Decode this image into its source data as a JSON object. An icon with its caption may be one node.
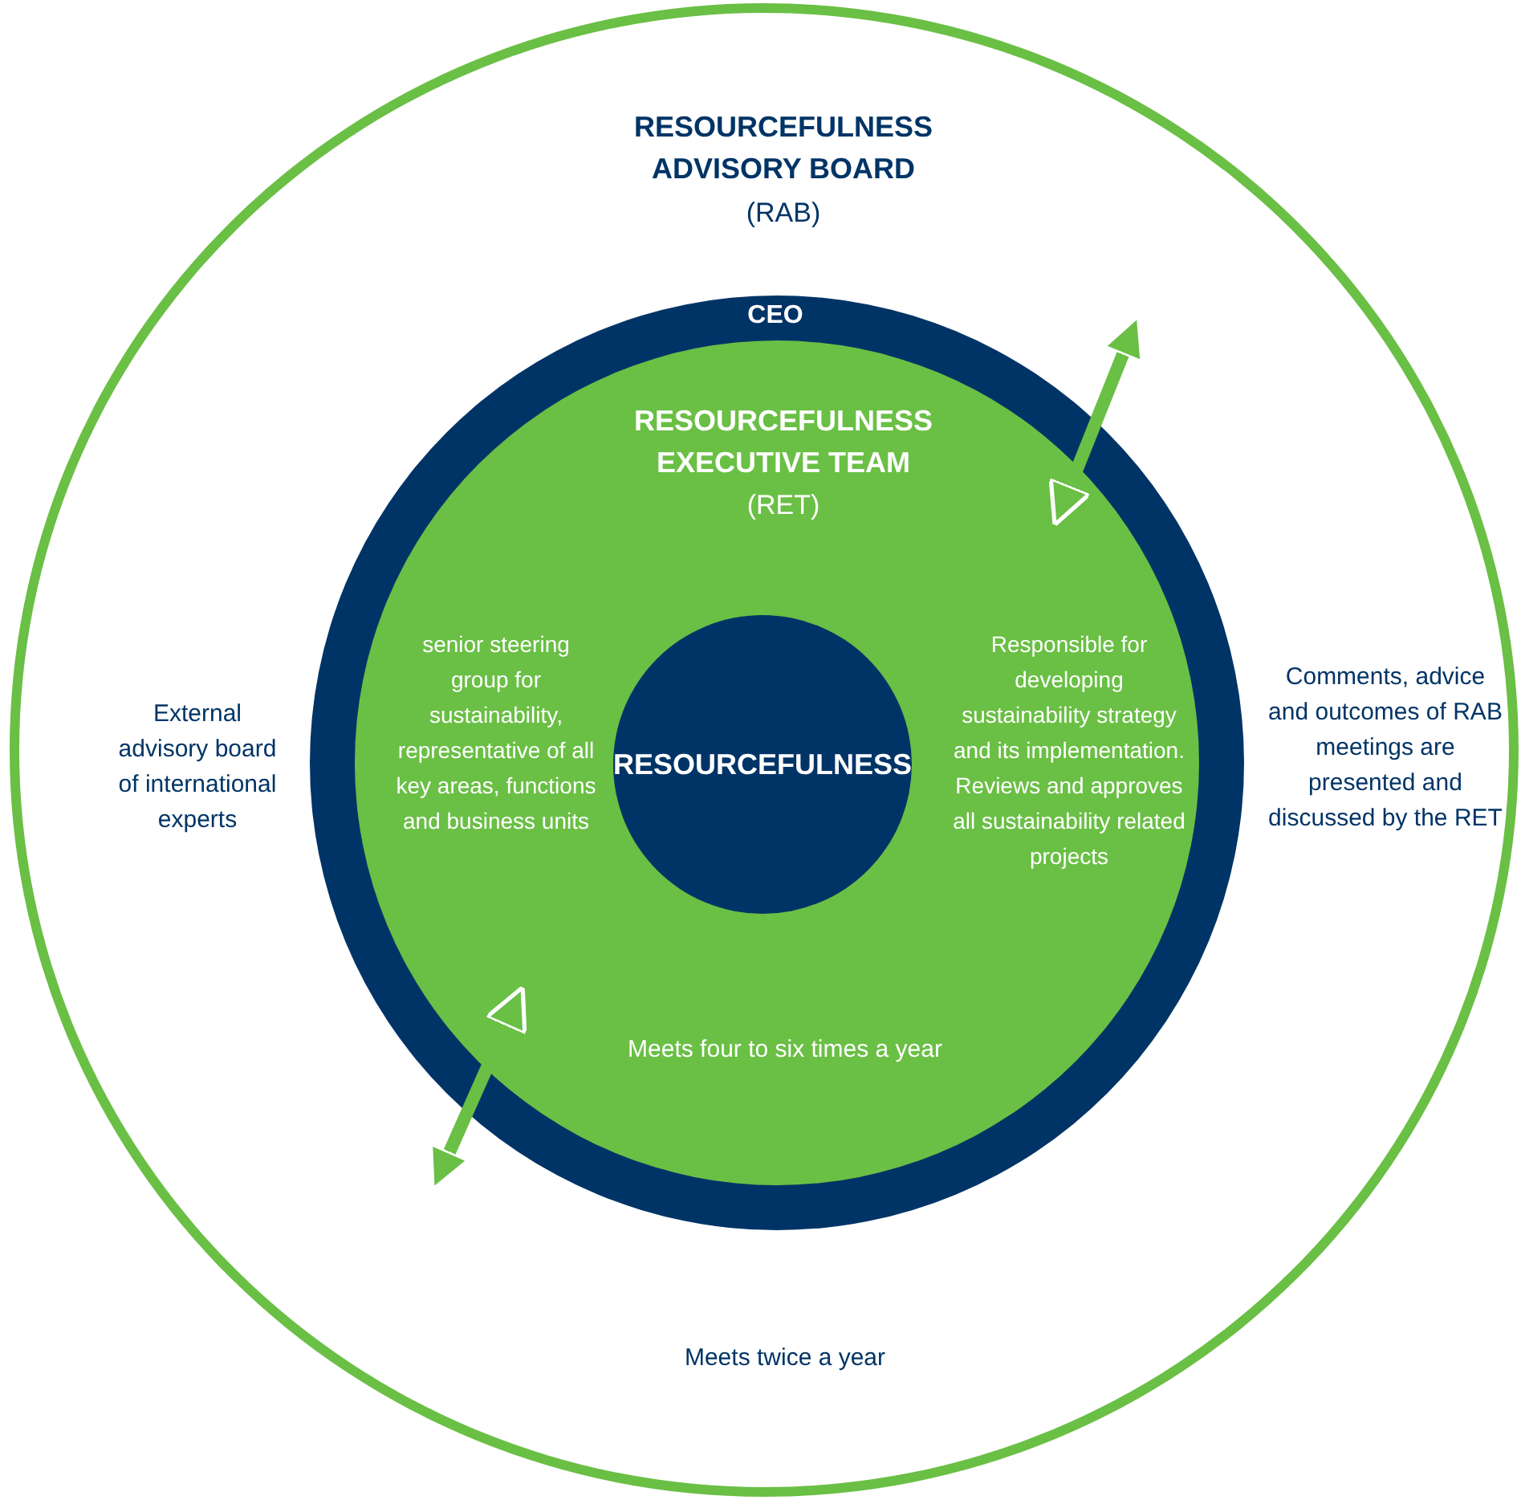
{
  "diagram": {
    "nodes": [
      {
        "text": [
          "RESOURCEFULNESS ADVISORY BOARD",
          "(RAB)",
          "External advisory board of international experts",
          "Comments, advice and outcomes of RAB meetings are presented and discussed by the RET",
          "Meets twice a year"
        ]
      },
      {
        "text": [
          "CEO"
        ],
        "in": 0
      },
      {
        "text": [
          "RESOURCEFULNESS EXECUTIVE TEAM",
          "(RET)",
          "senior steering group for sustainability, representative of all key areas, functions and business units",
          "Responsible for developing sustainability strategy and its implementation. Reviews and approves all sustainability related projects",
          "Meets four to six times a year"
        ],
        "in": 1
      },
      {
        "text": [
          "RESOURCEFULNESS"
        ],
        "in": 2
      }
    ],
    "edges": [
      {
        "from": 2,
        "to": null,
        "arrow": "both"
      },
      {
        "from": 2,
        "to": null,
        "arrow": "both"
      }
    ]
  }
}
